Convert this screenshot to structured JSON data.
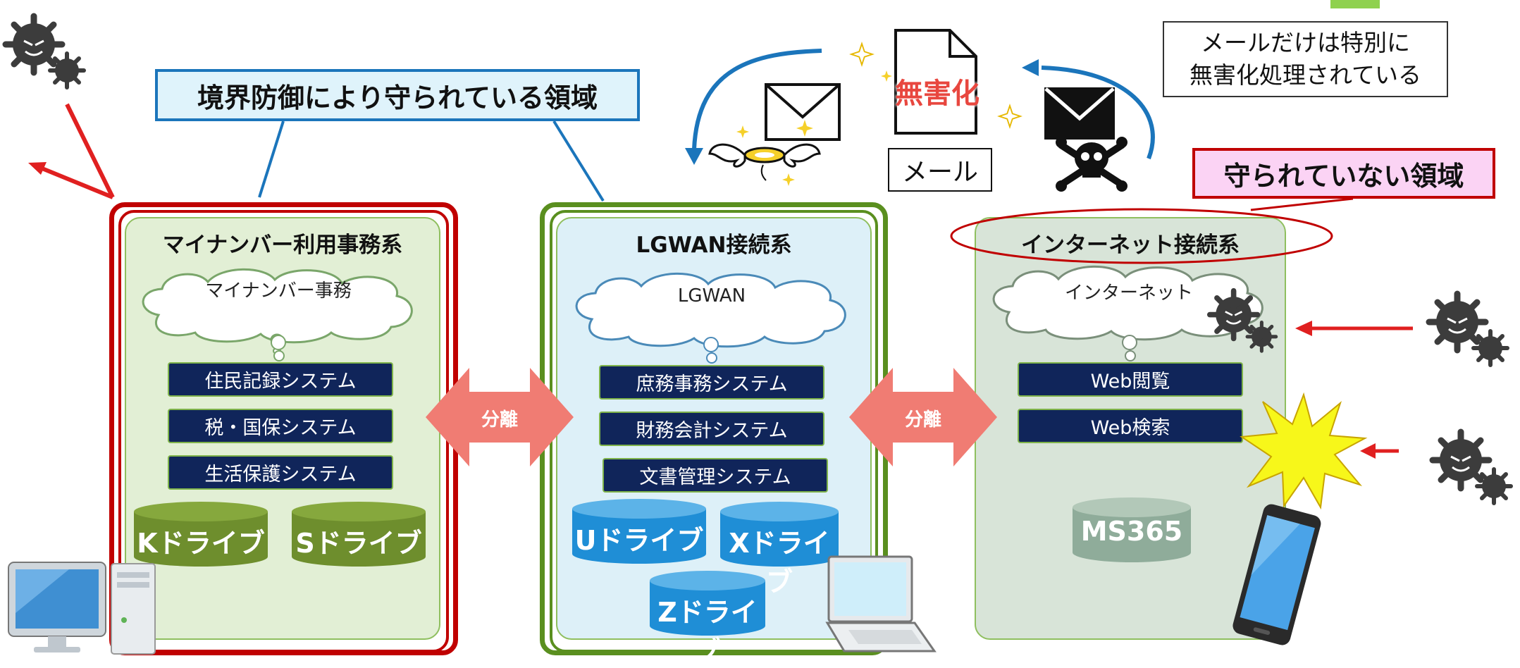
{
  "callouts": {
    "protected_area": "境界防御により守られている領域",
    "unprotected_area": "守られていない領域",
    "mail_note_line1": "メールだけは特別に",
    "mail_note_line2": "無害化処理されている"
  },
  "mail": {
    "sanitize_label": "無害化",
    "mail_label": "メール"
  },
  "zones": {
    "mynumber": {
      "title": "マイナンバー利用事務系",
      "cloud": "マイナンバー事務",
      "systems": [
        "住民記録システム",
        "税・国保システム",
        "生活保護システム"
      ],
      "drives": [
        "Kドライブ",
        "Sドライブ"
      ]
    },
    "lgwan": {
      "title": "LGWAN接続系",
      "cloud": "LGWAN",
      "systems": [
        "庶務事務システム",
        "財務会計システム",
        "文書管理システム"
      ],
      "drives": [
        "Uドライブ",
        "Xドライブ",
        "Zドライブ"
      ]
    },
    "internet": {
      "title": "インターネット接続系",
      "cloud": "インターネット",
      "systems": [
        "Web閲覧",
        "Web検索"
      ],
      "drives": [
        "MS365"
      ]
    }
  },
  "separators": [
    "分離",
    "分離"
  ],
  "icons": [
    "virus-icon",
    "computer-icon",
    "laptop-icon",
    "smartphone-icon",
    "envelope-icon",
    "document-icon",
    "skull-icon",
    "angel-wings-icon",
    "explosion-icon"
  ],
  "colors": {
    "mynumber_border": "#c00000",
    "lgwan_border": "#5a8f1f",
    "system_box": "#10255a",
    "drive_green": "#6e8e2d",
    "drive_blue": "#1f8ed6",
    "drive_gray": "#8fac9a",
    "separator_arrow": "#f07c73",
    "attack_arrow": "#e02020"
  }
}
